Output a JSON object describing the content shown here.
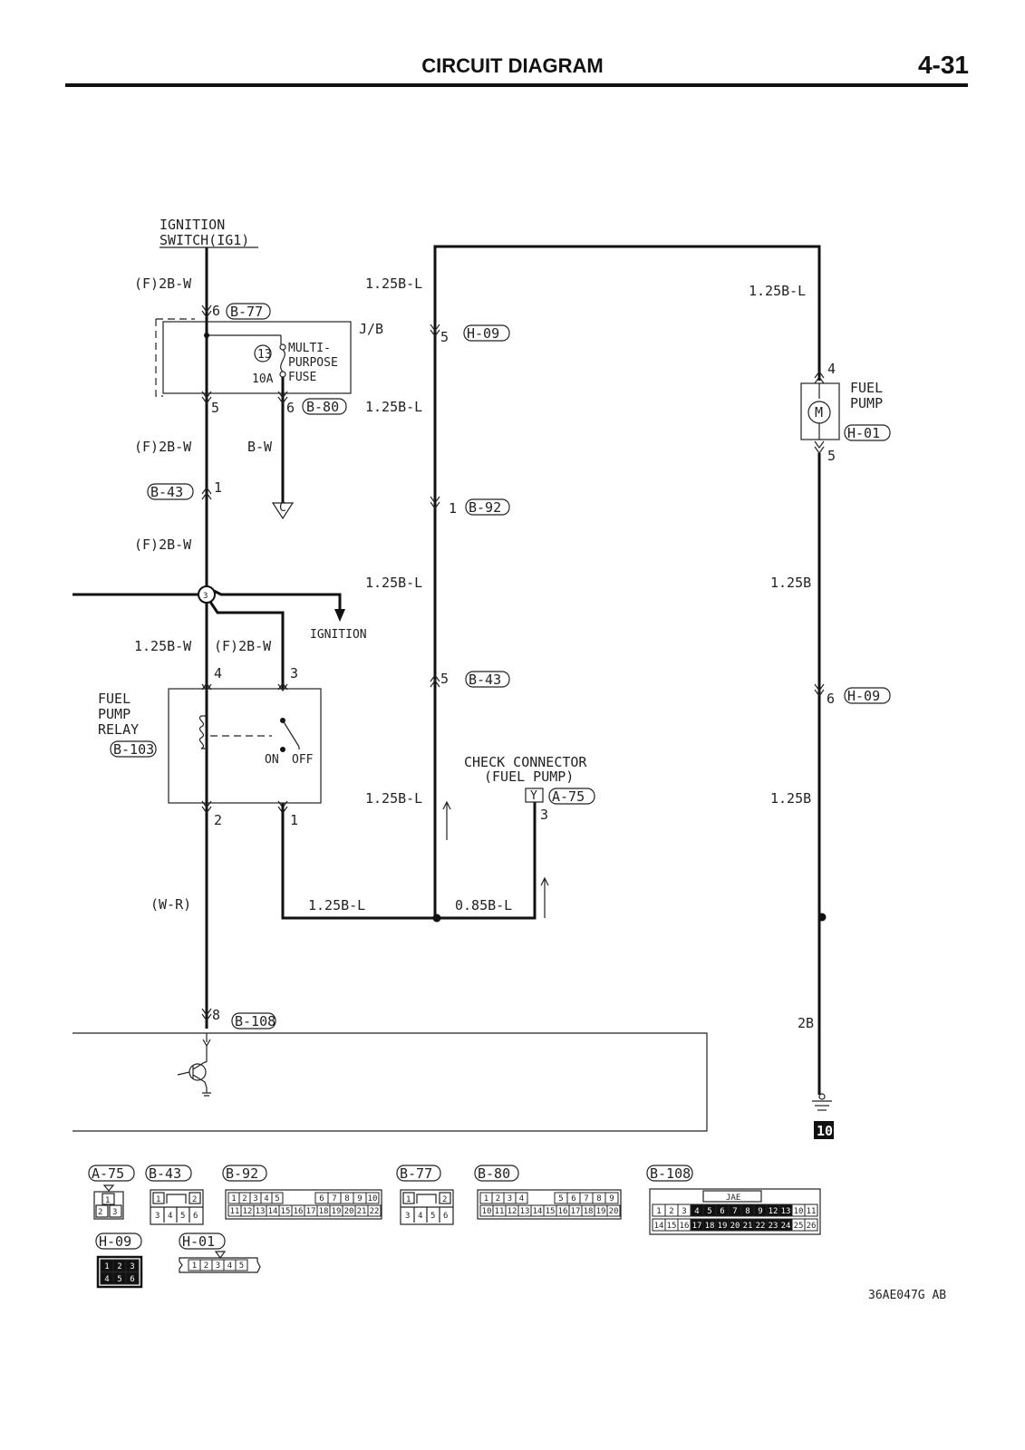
{
  "header": {
    "title": "CIRCUIT DIAGRAM",
    "page_number": "4-31"
  },
  "labels": {
    "ignition_switch_1": "IGNITION",
    "ignition_switch_2": "SWITCH(IG1)",
    "wire_f_2bw_a": "(F)2B-W",
    "wire_f_2bw_b": "(F)2B-W",
    "wire_f_2bw_c": "(F)2B-W",
    "wire_f_2bw_d": "(F)2B-W",
    "wire_bw": "B-W",
    "wire_125bw": "1.25B-W",
    "wire_wr": "(W-R)",
    "wire_125bl_1": "1.25B-L",
    "wire_125bl_2": "1.25B-L",
    "wire_125bl_3": "1.25B-L",
    "wire_125bl_4": "1.25B-L",
    "wire_125bl_5": "1.25B-L",
    "wire_125bl_6": "1.25B-L",
    "wire_085bl": "0.85B-L",
    "wire_125b_1": "1.25B",
    "wire_125b_2": "1.25B",
    "wire_2b": "2B",
    "jb": "J/B",
    "fuse_num": "13",
    "fuse_1": "MULTI-",
    "fuse_2": "PURPOSE",
    "fuse_3": "FUSE",
    "fuse_amp": "10A",
    "ground_c": "C",
    "junction_3": "3",
    "ignition_out": "IGNITION",
    "relay_1": "FUEL",
    "relay_2": "PUMP",
    "relay_3": "RELAY",
    "on": "ON",
    "off": "OFF",
    "check_1": "CHECK CONNECTOR",
    "check_2": "(FUEL PUMP)",
    "check_y": "Y",
    "fuel_pump_1": "FUEL",
    "fuel_pump_2": "PUMP",
    "motor": "M",
    "ground_10": "10",
    "figure_code": "36AE047G AB"
  },
  "connectors": {
    "b77": "B-77",
    "b80": "B-80",
    "b43a": "B-43",
    "b43b": "B-43",
    "b92": "B-92",
    "h09a": "H-09",
    "h09b": "H-09",
    "h01": "H-01",
    "b103": "B-103",
    "a75": "A-75",
    "b108": "B-108"
  },
  "pins": {
    "p6_b77": "6",
    "p5_jb": "5",
    "p6_b80": "6",
    "p1_b43": "1",
    "p4_rel": "4",
    "p3_rel": "3",
    "p2_rel": "2",
    "p1_rel": "1",
    "p8_b108": "8",
    "p5_h09": "5",
    "p1_b92": "1",
    "p5_b43": "5",
    "p3_a75": "3",
    "p4_fp": "4",
    "p5_fp": "5",
    "p6_h09": "6"
  },
  "legend": {
    "a75": {
      "tag": "A-75",
      "pins": [
        "1",
        "2",
        "3"
      ]
    },
    "b43": {
      "tag": "B-43",
      "pins": [
        "1",
        "2",
        "3",
        "4",
        "5",
        "6"
      ]
    },
    "b92": {
      "tag": "B-92",
      "pins": [
        "1",
        "2",
        "3",
        "4",
        "5",
        "6",
        "7",
        "8",
        "9",
        "10",
        "11",
        "12",
        "13",
        "14",
        "15",
        "16",
        "17",
        "18",
        "19",
        "20",
        "21",
        "22"
      ]
    },
    "b77": {
      "tag": "B-77",
      "pins": [
        "1",
        "2",
        "3",
        "4",
        "5",
        "6"
      ]
    },
    "b80": {
      "tag": "B-80",
      "pins": [
        "1",
        "2",
        "3",
        "4",
        "5",
        "6",
        "7",
        "8",
        "9",
        "10",
        "11",
        "12",
        "13",
        "14",
        "15",
        "16",
        "17",
        "18",
        "19",
        "20"
      ]
    },
    "b108": {
      "tag": "B-108",
      "maker": "JAE",
      "pins": [
        "1",
        "2",
        "3",
        "4",
        "5",
        "6",
        "7",
        "8",
        "9",
        "12",
        "13",
        "10",
        "11",
        "14",
        "15",
        "16",
        "17",
        "18",
        "19",
        "20",
        "21",
        "22",
        "23",
        "24",
        "25",
        "26"
      ]
    },
    "h09": {
      "tag": "H-09",
      "pins": [
        "1",
        "2",
        "3",
        "4",
        "5",
        "6"
      ]
    },
    "h01": {
      "tag": "H-01",
      "pins": [
        "1",
        "2",
        "3",
        "4",
        "5"
      ]
    }
  }
}
